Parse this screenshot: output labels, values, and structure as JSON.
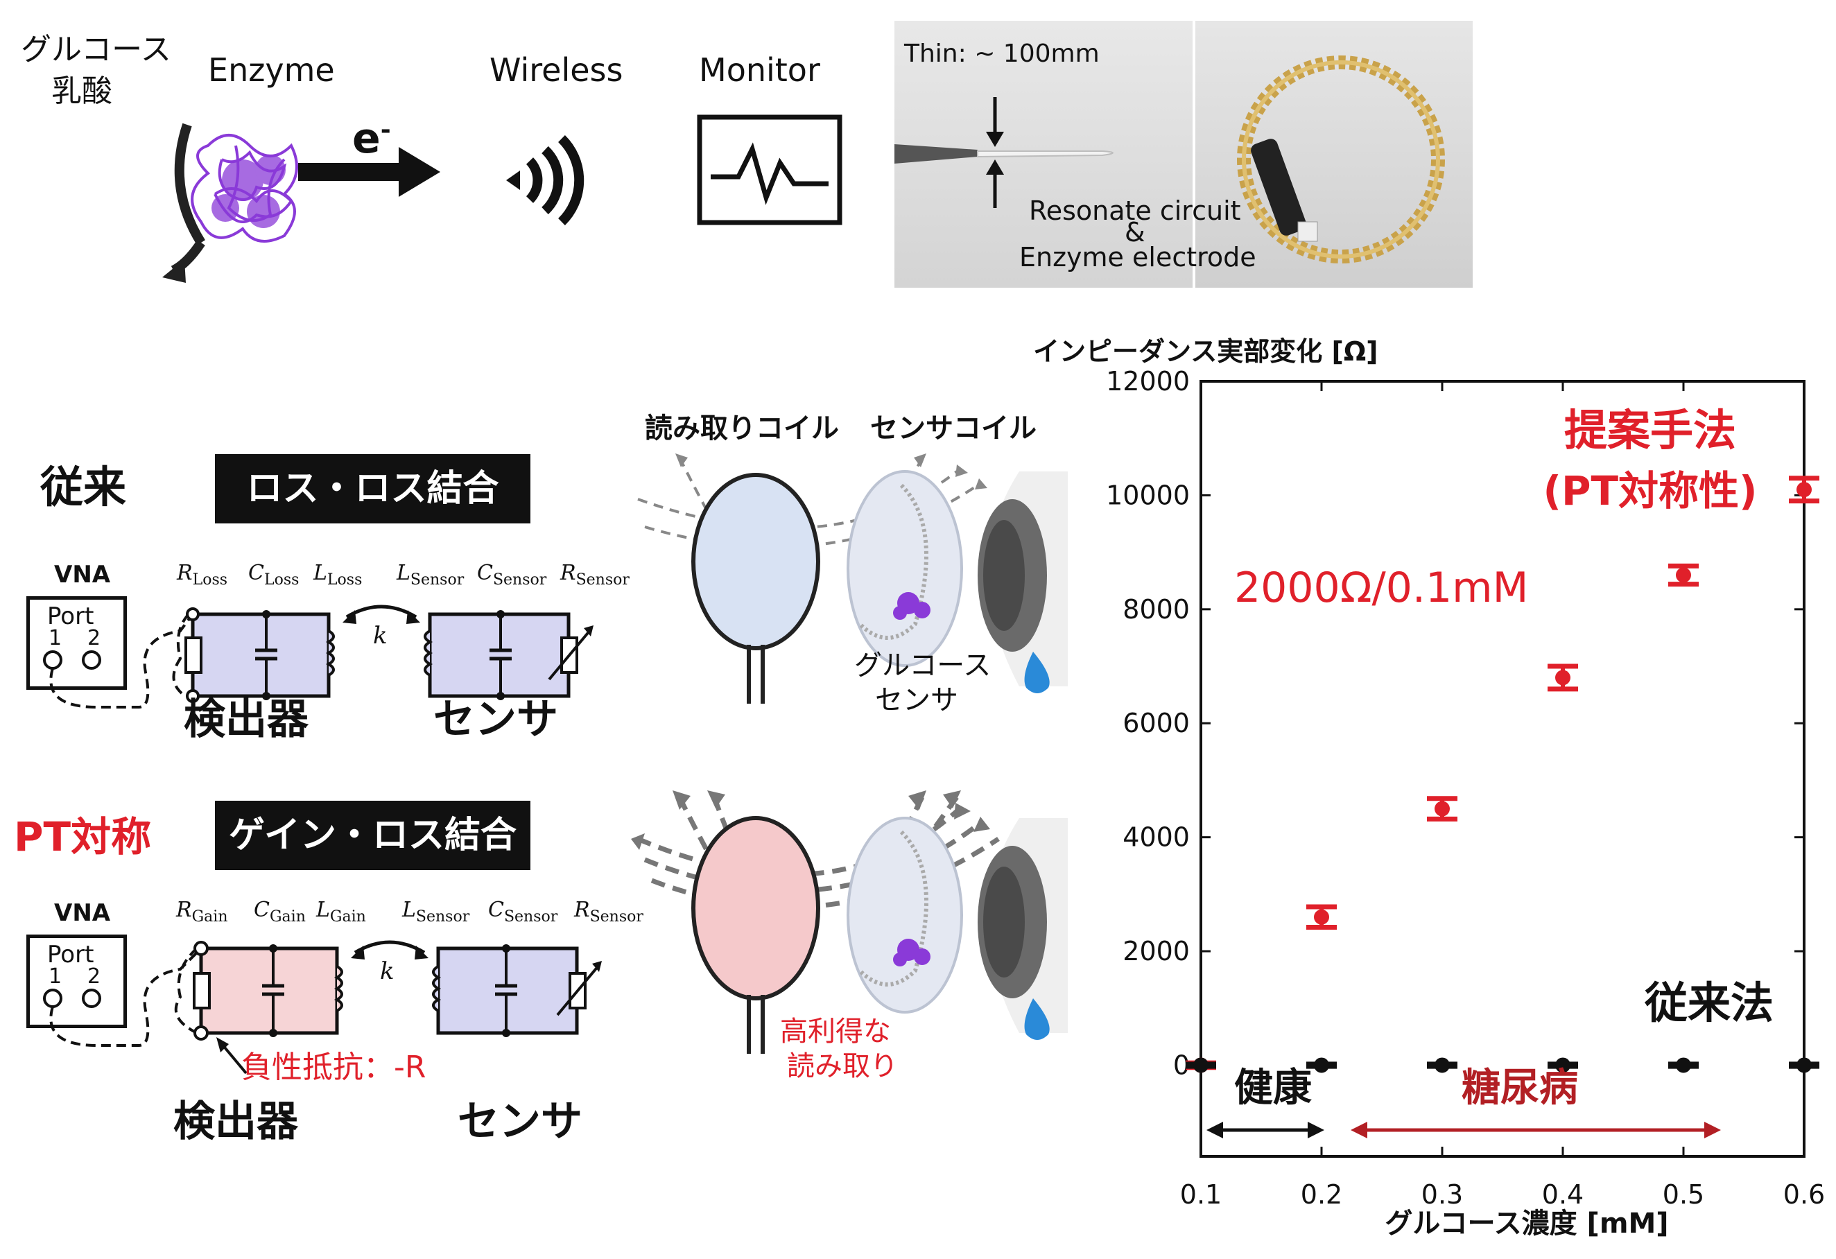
{
  "top": {
    "substrate_line1": "グルコース",
    "substrate_line2": "乳酸",
    "enzyme_label": "Enzyme",
    "electron_label": "e",
    "electron_sup": "-",
    "wireless_label": "Wireless",
    "monitor_label": "Monitor",
    "photo_thin": "Thin: ~ 100mm",
    "photo_caption1": "Resonate circuit",
    "photo_caption2": "&",
    "photo_caption3": "Enzyme electrode"
  },
  "conventional": {
    "title": "従来",
    "coupling": "ロス・ロス結合",
    "vna": "VNA",
    "port": "Port",
    "port_1": "1",
    "port_2": "2",
    "r_left": "R",
    "r_left_sub": "Loss",
    "c_left": "C",
    "c_left_sub": "Loss",
    "l_left": "L",
    "l_left_sub": "Loss",
    "l_right": "L",
    "l_right_sub": "Sensor",
    "c_right": "C",
    "c_right_sub": "Sensor",
    "r_right": "R",
    "r_right_sub": "Sensor",
    "k": "k",
    "detector": "検出器",
    "sensor": "センサ",
    "reader_coil": "読み取りコイル",
    "sensor_coil": "センサコイル",
    "glucose_sensor_line1": "グルコース",
    "glucose_sensor_line2": "センサ"
  },
  "pt": {
    "title": "PT対称",
    "coupling": "ゲイン・ロス結合",
    "vna": "VNA",
    "port": "Port",
    "port_1": "1",
    "port_2": "2",
    "r_left": "R",
    "r_left_sub": "Gain",
    "c_left": "C",
    "c_left_sub": "Gain",
    "l_left": "L",
    "l_left_sub": "Gain",
    "l_right": "L",
    "l_right_sub": "Sensor",
    "c_right": "C",
    "c_right_sub": "Sensor",
    "r_right": "R",
    "r_right_sub": "Sensor",
    "k": "k",
    "negative_resistance": "負性抵抗：-R",
    "detector": "検出器",
    "sensor": "センサ",
    "high_gain_line1": "高利得な",
    "high_gain_line2": "読み取り"
  },
  "colors": {
    "red": "#e0202a",
    "dark_red": "#b21f24",
    "loss_fill": "#d6d6f2",
    "gain_fill": "#f6d4d6",
    "reader_blue": "#d8e2f3",
    "reader_pink": "#f5c9cb",
    "enzyme_purple": "#8a3ad8"
  },
  "chart_data": {
    "type": "scatter",
    "ylabel": "インピーダンス実部変化 [Ω]",
    "xlabel": "グルコース濃度 [mM]",
    "xlim": [
      0.1,
      0.6
    ],
    "ylim": [
      -1600,
      12000
    ],
    "xticks": [
      "0.1",
      "0.2",
      "0.3",
      "0.4",
      "0.5",
      "0.6"
    ],
    "yticks": [
      "0",
      "2000",
      "4000",
      "6000",
      "8000",
      "10000",
      "12000"
    ],
    "series": [
      {
        "name": "提案手法 (PT対称性)",
        "color": "#e0202a",
        "x": [
          0.1,
          0.2,
          0.3,
          0.4,
          0.5,
          0.6
        ],
        "y": [
          0,
          2600,
          4500,
          6800,
          8600,
          10100
        ],
        "err": [
          40,
          180,
          180,
          200,
          160,
          200
        ]
      },
      {
        "name": "従来法",
        "color": "#111111",
        "x": [
          0.1,
          0.2,
          0.3,
          0.4,
          0.5,
          0.6
        ],
        "y": [
          0,
          0,
          0,
          0,
          0,
          0
        ],
        "err": [
          20,
          20,
          20,
          20,
          20,
          20
        ]
      }
    ],
    "annotations": {
      "proposed_line1": "提案手法",
      "proposed_line2": "(PT対称性)",
      "slope": "2000Ω/0.1mM",
      "conventional": "従来法",
      "healthy": "健康",
      "diabetes": "糖尿病"
    }
  }
}
